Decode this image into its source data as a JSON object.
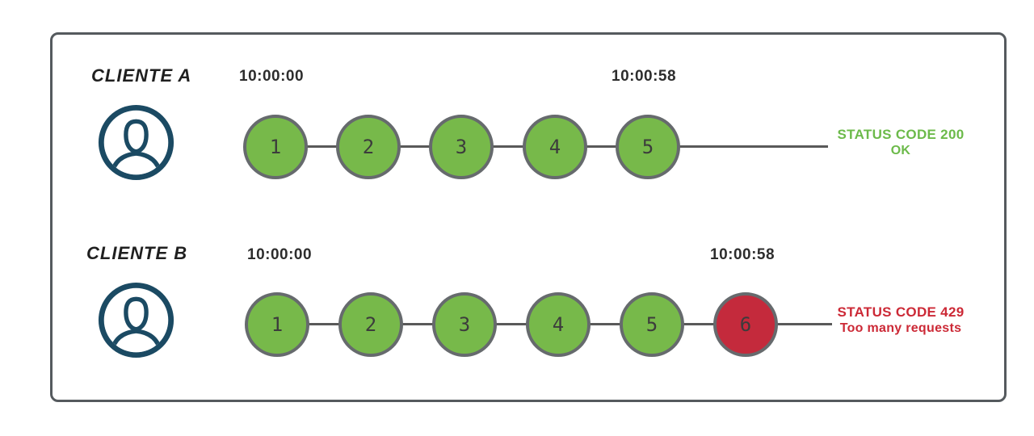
{
  "rows": [
    {
      "client_label": "CLIENTE A",
      "start_time": "10:00:00",
      "end_time": "10:00:58",
      "steps": [
        "1",
        "2",
        "3",
        "4",
        "5"
      ],
      "step_states": [
        "ok",
        "ok",
        "ok",
        "ok",
        "ok"
      ],
      "status_line1": "STATUS CODE 200",
      "status_line2": "OK"
    },
    {
      "client_label": "CLIENTE B",
      "start_time": "10:00:00",
      "end_time": "10:00:58",
      "steps": [
        "1",
        "2",
        "3",
        "4",
        "5",
        "6"
      ],
      "step_states": [
        "ok",
        "ok",
        "ok",
        "ok",
        "ok",
        "blocked"
      ],
      "status_line1": "STATUS CODE 429",
      "status_line2": "Too many requests"
    }
  ],
  "icons": {
    "avatar": "user-avatar-icon"
  },
  "colors": {
    "request_ok": "#77b94a",
    "request_blocked": "#c42a3c",
    "status_ok_text": "#6cba4a",
    "status_error_text": "#cc2936",
    "avatar_navy": "#1b4a63",
    "line_gray": "#595959",
    "circle_border_gray": "#666a6d",
    "frame_border": "#555a5e",
    "text_dark": "#2d2d2d"
  }
}
